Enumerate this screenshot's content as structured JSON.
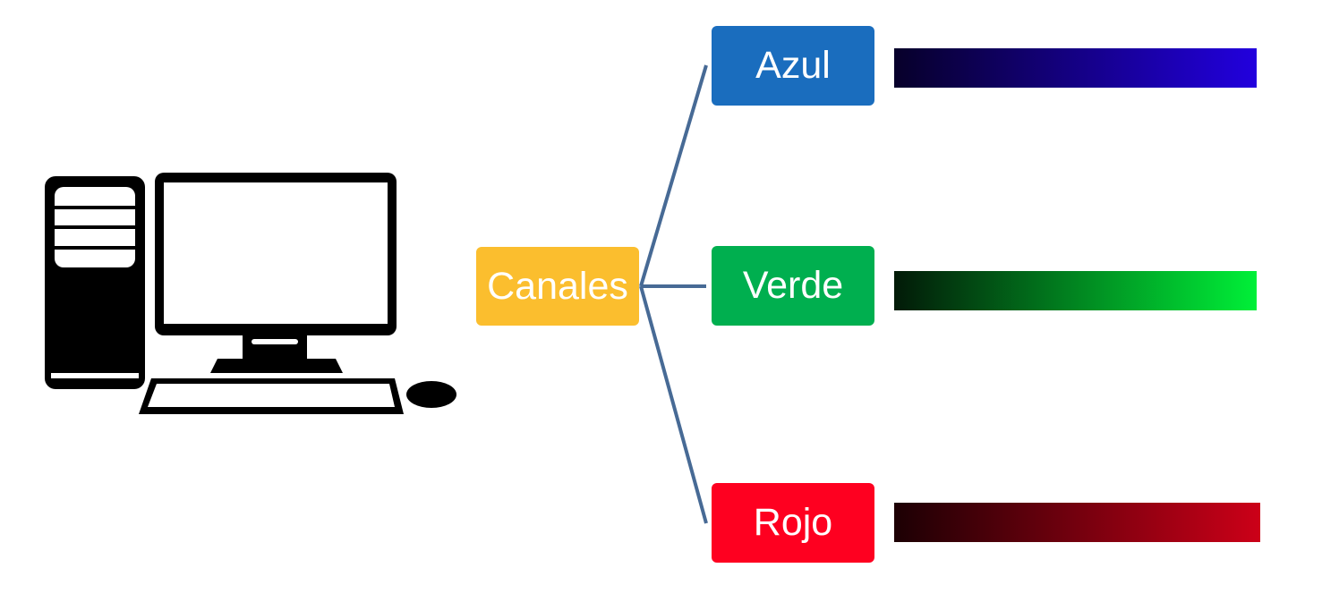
{
  "diagram": {
    "root": {
      "label": "Canales",
      "color": "#FBBE2E"
    },
    "channels": [
      {
        "label": "Azul",
        "color": "#1A6DBE",
        "gradient_start": "#07002A",
        "gradient_end": "#2200DE"
      },
      {
        "label": "Verde",
        "color": "#00AF4F",
        "gradient_start": "#021A08",
        "gradient_end": "#00F038"
      },
      {
        "label": "Rojo",
        "color": "#FE0020",
        "gradient_start": "#1C0004",
        "gradient_end": "#CC0018"
      }
    ],
    "connector_color": "#476A95",
    "computer_icon": "desktop-computer-icon"
  }
}
